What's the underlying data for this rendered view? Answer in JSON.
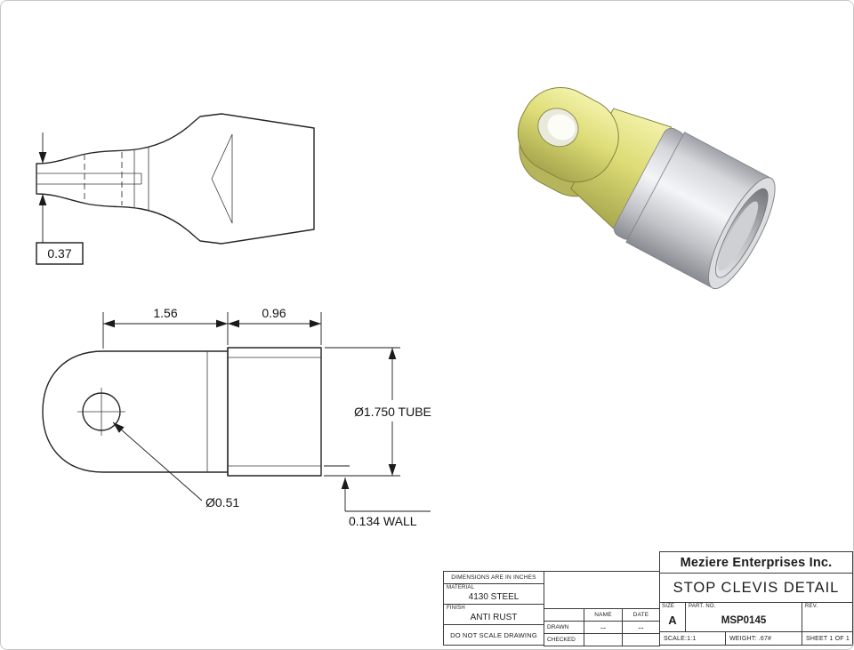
{
  "drawing": {
    "side_view": {
      "dim_fork_width": "0.37"
    },
    "front_view": {
      "dim_length": "1.56",
      "dim_tube_depth": "0.96",
      "dim_tube_od": "Ø1.750 TUBE",
      "dim_hole_dia": "Ø0.51",
      "dim_wall": "0.134 WALL"
    }
  },
  "render": {
    "clevis_color": "#dddc76",
    "tube_color": "#c9cad0"
  },
  "title_block": {
    "company": "Meziere Enterprises Inc.",
    "drawing_title": "STOP CLEVIS DETAIL",
    "dimensions_note": "DIMENSIONS ARE IN INCHES",
    "material_label": "MATERIAL",
    "material_value": "4130 STEEL",
    "finish_label": "FINISH",
    "finish_value": "ANTI RUST",
    "no_scale_note": "DO NOT SCALE DRAWING",
    "col_name": "NAME",
    "col_date": "DATE",
    "row_drawn": "DRAWN",
    "row_checked": "CHECKED",
    "drawn_name": "--",
    "drawn_date": "--",
    "size_label": "SIZE",
    "size_value": "A",
    "part_label": "PART. NO.",
    "part_value": "MSP0145",
    "rev_label": "REV.",
    "scale": "SCALE:1:1",
    "weight": "WEIGHT: .67#",
    "sheet": "SHEET 1 OF 1"
  }
}
